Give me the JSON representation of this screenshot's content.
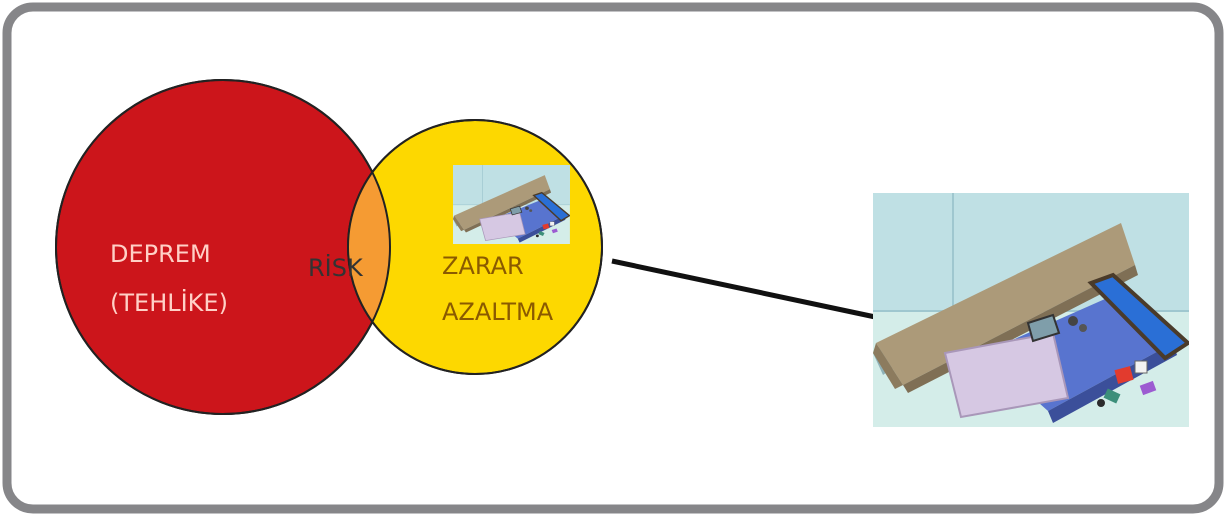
{
  "diagram": {
    "circle_left": {
      "line1": "DEPREM",
      "line2": "(TEHLİKE)"
    },
    "intersection": {
      "label": "RİSK"
    },
    "circle_right": {
      "line1": "ZARAR",
      "line2": "AZALTMA"
    }
  },
  "colors": {
    "frame": "#868689",
    "circle_left": "#cc151b",
    "circle_right": "#fdd800",
    "intersection": "#f59b33",
    "left_text": "#ffd0c6",
    "right_text": "#8a5a00",
    "risk_text": "#333333",
    "connector": "#111111",
    "wall": "#bfe0e4",
    "floor": "#d4ede9",
    "panel": "#ac9a79",
    "box": "#d6c8e3",
    "bed": "#5874cf"
  },
  "images": {
    "small": "collapsed-furniture-illustration",
    "large": "collapsed-furniture-illustration"
  }
}
